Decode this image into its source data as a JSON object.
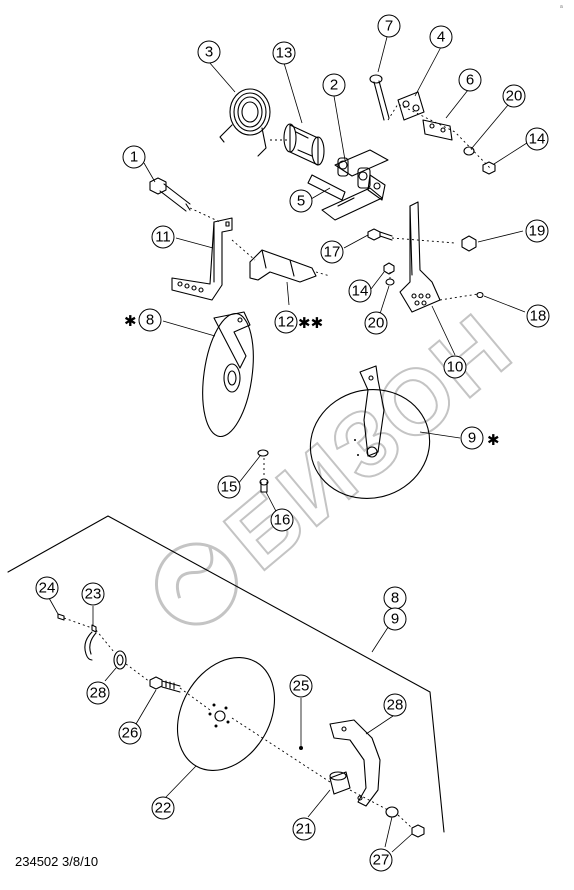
{
  "watermark": "БИЗОН",
  "document_code": "234502 3/8/10",
  "corner_mark": "a",
  "callouts": {
    "c1": "1",
    "c2": "2",
    "c3": "3",
    "c4": "4",
    "c5": "5",
    "c6": "6",
    "c7": "7",
    "c8": "8",
    "c9": "9",
    "c10": "10",
    "c11": "11",
    "c12": "12",
    "c13": "13",
    "c14a": "14",
    "c14b": "14",
    "c15": "15",
    "c16": "16",
    "c17": "17",
    "c18": "18",
    "c19": "19",
    "c20a": "20",
    "c20b": "20",
    "c21": "21",
    "c22": "22",
    "c23": "23",
    "c24": "24",
    "c25": "25",
    "c26": "26",
    "c27": "27",
    "c28a": "28",
    "c28b": "28",
    "c8b": "8",
    "c9b": "9"
  },
  "marks": {
    "star": "✱",
    "double_star": "✱✱"
  }
}
